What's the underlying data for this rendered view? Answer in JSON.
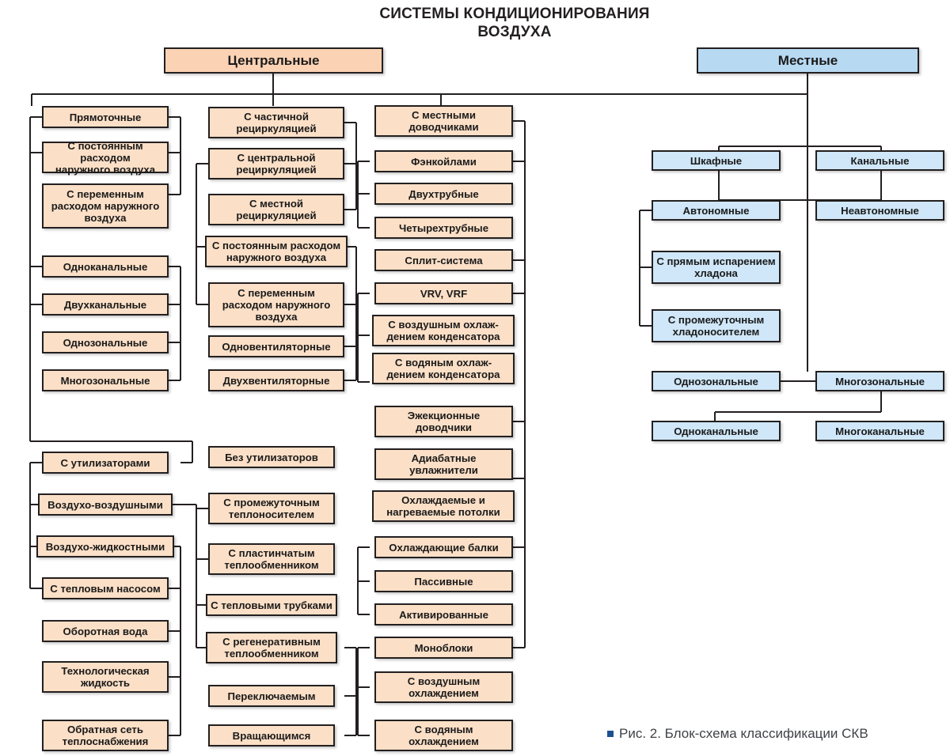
{
  "title": {
    "line1": "СИСТЕМЫ КОНДИЦИОНИРОВАНИЯ",
    "line2": "ВОЗДУХА"
  },
  "colors": {
    "peach_fill": "#fbdfc6",
    "peach_head_fill": "#fbd2b4",
    "blue_fill": "#cfe7f8",
    "blue_head_fill": "#b8d9f2",
    "stroke": "#231f20",
    "caption_text": "#3f4246",
    "caption_bullet": "#1d4f91"
  },
  "caption": {
    "text": "Рис. 2. Блок-схема классификации СКВ",
    "bullet": "square-bullet-icon"
  },
  "headings": {
    "central": "Центральные",
    "local": "Местные"
  },
  "central": {
    "column1": [
      {
        "label": "Прямоточные"
      },
      {
        "label": "С постоянным расходом\nнаружного воздуха"
      },
      {
        "label": "С переменным\nрасходом наружного\nвоздуха"
      },
      {
        "label": "Одноканальные"
      },
      {
        "label": "Двухканальные"
      },
      {
        "label": "Однозональные"
      },
      {
        "label": "Многозональные"
      }
    ],
    "column2": [
      {
        "label": "С частичной\nрециркуляцией"
      },
      {
        "label": "С центральной\nрециркуляцией"
      },
      {
        "label": "С местной\nрециркуляцией"
      },
      {
        "label": "С постоянным расходом\nнаружного воздуха"
      },
      {
        "label": "С переменным\nрасходом наружного\nвоздуха"
      },
      {
        "label": "Одновентиляторные"
      },
      {
        "label": "Двухвентиляторные"
      }
    ],
    "column3": [
      {
        "label": "С местными\nдоводчиками"
      },
      {
        "label": "Фэнкойлами"
      },
      {
        "label": "Двухтрубные"
      },
      {
        "label": "Четырехтрубные"
      },
      {
        "label": "Сплит-система"
      },
      {
        "label": "VRV, VRF"
      },
      {
        "label": "С воздушным охлаж-\nдением конденсатора"
      },
      {
        "label": "С водяным охлаж-\nдением конденсатора"
      },
      {
        "label": "Эжекционные\nдоводчики"
      },
      {
        "label": "Адиабатные\nувлажнители"
      },
      {
        "label": "Охлаждаемые и\nнагреваемые потолки"
      },
      {
        "label": "Охлаждающие балки"
      },
      {
        "label": "Пассивные"
      },
      {
        "label": "Активированные"
      },
      {
        "label": "Моноблоки"
      },
      {
        "label": "С воздушным\nохлаждением"
      },
      {
        "label": "С водяным\nохлаждением"
      }
    ],
    "utilizers_left": [
      {
        "label": "С утилизаторами"
      },
      {
        "label": "Воздухо-воздушными"
      },
      {
        "label": "Воздухо-жидкостными"
      },
      {
        "label": "С тепловым насосом"
      },
      {
        "label": "Оборотная вода"
      },
      {
        "label": "Технологическая\nжидкость"
      },
      {
        "label": "Обратная сеть\nтеплоснабжения"
      }
    ],
    "utilizers_right": [
      {
        "label": "Без утилизаторов"
      },
      {
        "label": "С промежуточным\nтеплоносителем"
      },
      {
        "label": "С пластинчатым\nтеплообменником"
      },
      {
        "label": "С тепловыми трубками"
      },
      {
        "label": "С  регенеративным\nтеплообменником"
      },
      {
        "label": "Переключаемым"
      },
      {
        "label": "Вращающимся"
      }
    ]
  },
  "local": {
    "items": [
      {
        "label": "Шкафные"
      },
      {
        "label": "Канальные"
      },
      {
        "label": "Автономные"
      },
      {
        "label": "Неавтономные"
      },
      {
        "label": "С прямым испарением\nхладона"
      },
      {
        "label": "С промежуточным\nхладоносителем"
      },
      {
        "label": "Однозональные"
      },
      {
        "label": "Многозональные"
      },
      {
        "label": "Одноканальные"
      },
      {
        "label": "Многоканальные"
      }
    ]
  }
}
